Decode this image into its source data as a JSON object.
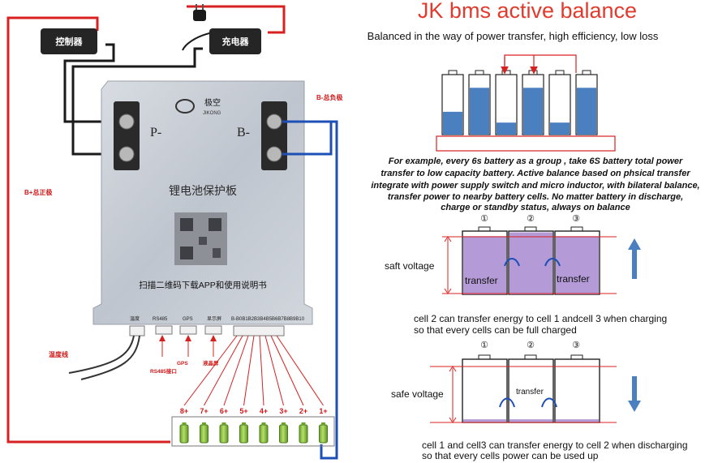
{
  "header": {
    "title": "JK bms active balance",
    "subtitle": "Balanced in the way of power transfer, high efficiency, low loss"
  },
  "description_lines": [
    "For example, every 6s battery as a group , take 6S battery total power",
    "transfer to low capacity battery. Active balance based on phsical transfer",
    "integrate with power supply switch and micro inductor, with bilateral balance,",
    "transfer power to nearby battery cells. No matter battery in discharge,",
    "charge or standby status, always on balance"
  ],
  "device": {
    "controller_label": "控制器",
    "charger_label": "充电器",
    "brand_cn": "极空",
    "brand_en": "JIKONG",
    "p_minus": "P-",
    "b_minus": "B-",
    "b_minus_total": "B-总负极",
    "b_plus_total": "B+总正极",
    "board_title": "锂电池保护板",
    "scan_text": "扫描二维码下载APP和使用说明书",
    "port_temp": "温度",
    "port_rs485": "RS485",
    "port_gps": "GPS",
    "port_display": "显示屏",
    "port_cells": "B-B0B1B2B3B4B5B6B7B8B9B10",
    "temp_wire_label": "温度线",
    "rs485_port_label": "RS485接口",
    "gps_label": "GPS",
    "display_label": "液晶屏",
    "cell_labels": [
      "8+",
      "7+",
      "6+",
      "5+",
      "4+",
      "3+",
      "2+",
      "1+"
    ]
  },
  "charging_example": {
    "numbers": [
      "①",
      "②",
      "③"
    ],
    "voltage_label": "saft voltage",
    "transfer_label": "transfer",
    "caption_1": "cell 2 can transfer energy to cell 1 andcell 3 when charging",
    "caption_2": "so that every cells can be full charged",
    "arrow_direction": "up"
  },
  "discharging_example": {
    "numbers": [
      "①",
      "②",
      "③"
    ],
    "voltage_label": "safe voltage",
    "transfer_label": "transfer",
    "caption_1": "cell 1 and cell3 can transfer energy to cell 2 when discharging",
    "caption_2": "so that every cells power can be used up",
    "arrow_direction": "down"
  },
  "six_cell_fill_levels": [
    0.38,
    0.78,
    0.2,
    0.78,
    0.2,
    0.78
  ],
  "colors": {
    "title_red": "#e23b2e",
    "wire_red": "#d82020",
    "wire_blue": "#1e4fb5",
    "fill_blue": "#4a7fc0",
    "fill_lavender": "#b49ad6",
    "arrow_blue": "#4a7fc0",
    "board_gray": "#c5cbd4",
    "battery_green": "#8fc742"
  }
}
